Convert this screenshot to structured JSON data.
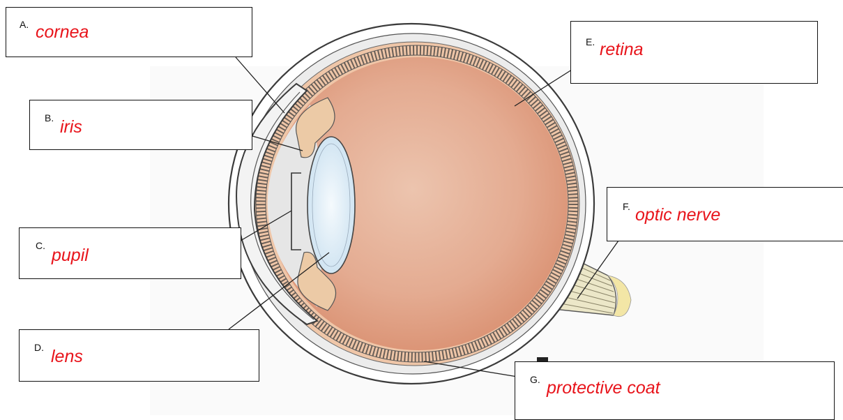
{
  "colors": {
    "label_text": "#e8141b",
    "vitreous": "#e0a386",
    "lens": "#d6e8f4",
    "iris": "#eccaa6",
    "sclera": "#ffffff",
    "outline": "#3b3b3b"
  },
  "labels": [
    {
      "letter": "A.",
      "text": "cornea"
    },
    {
      "letter": "B.",
      "text": "iris"
    },
    {
      "letter": "C.",
      "text": "pupil"
    },
    {
      "letter": "D.",
      "text": "lens"
    },
    {
      "letter": "E.",
      "text": "retina"
    },
    {
      "letter": "F.",
      "text": "optic nerve"
    },
    {
      "letter": "G.",
      "text": "protective coat"
    }
  ]
}
